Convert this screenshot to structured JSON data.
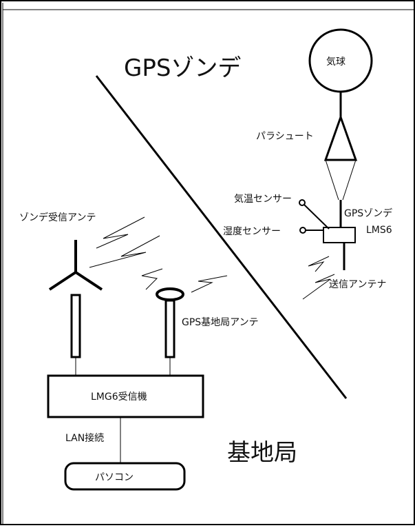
{
  "sonde_section_title": "GPSゾンデ",
  "ground_section_title": "基地局",
  "labels": {
    "balloon": "気球",
    "parachute": "パラシュート",
    "temp_sensor": "気温センサー",
    "humidity_sensor": "湿度センサー",
    "gps_sonde": "GPSゾンデ",
    "lms6": "LMS6",
    "transmit_antenna": "送信アンテナ",
    "receive_antenna": "ゾンデ受信アンテ",
    "gps_base_antenna": "GPS基地局アンテ",
    "receiver": "LMG6受信機",
    "lan": "LAN接続",
    "pc": "パソコン"
  },
  "colors": {
    "line": "#111111",
    "background": "#ffffff",
    "frame": "#000000"
  }
}
